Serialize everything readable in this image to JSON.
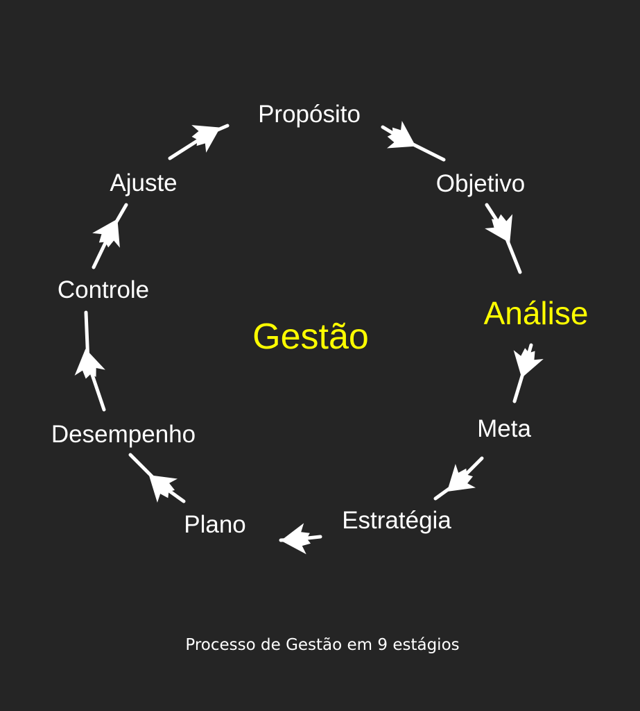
{
  "center_label": "Gestão",
  "stages": [
    "Propósito",
    "Objetivo",
    "Análise",
    "Meta",
    "Estratégia",
    "Plano",
    "Desempenho",
    "Controle",
    "Ajuste"
  ],
  "caption": "Processo de Gestão em 9 estágios",
  "colors": {
    "background": "#252525",
    "text": "#ffffff",
    "highlight": "#ffff00"
  }
}
